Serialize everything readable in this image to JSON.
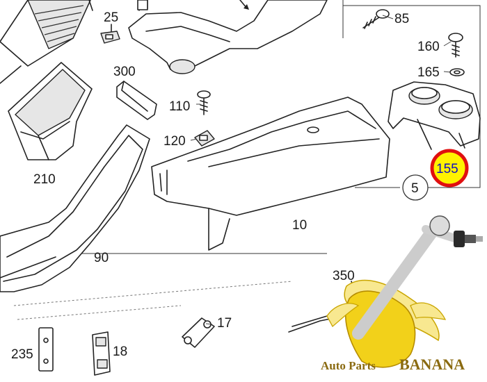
{
  "callouts": {
    "c25": "25",
    "c85": "85",
    "c160": "160",
    "c165": "165",
    "c300": "300",
    "c110": "110",
    "c120": "120",
    "c210": "210",
    "c155": "155",
    "c5": "5",
    "c10": "10",
    "c90": "90",
    "c350": "350",
    "c17": "17",
    "c235": "235",
    "c18": "18"
  },
  "highlight": {
    "part": "155",
    "ring_color": "#e01010",
    "fill_color": "#fff200"
  },
  "watermark": {
    "prefix": "Auto Parts",
    "name": "BANANA",
    "logo": "banana-with-control-arm"
  },
  "colors": {
    "line": "#222222",
    "banana_yellow": "#f2d11a",
    "banana_peel": "#f8e890",
    "chrome": "#d8d8d8"
  }
}
